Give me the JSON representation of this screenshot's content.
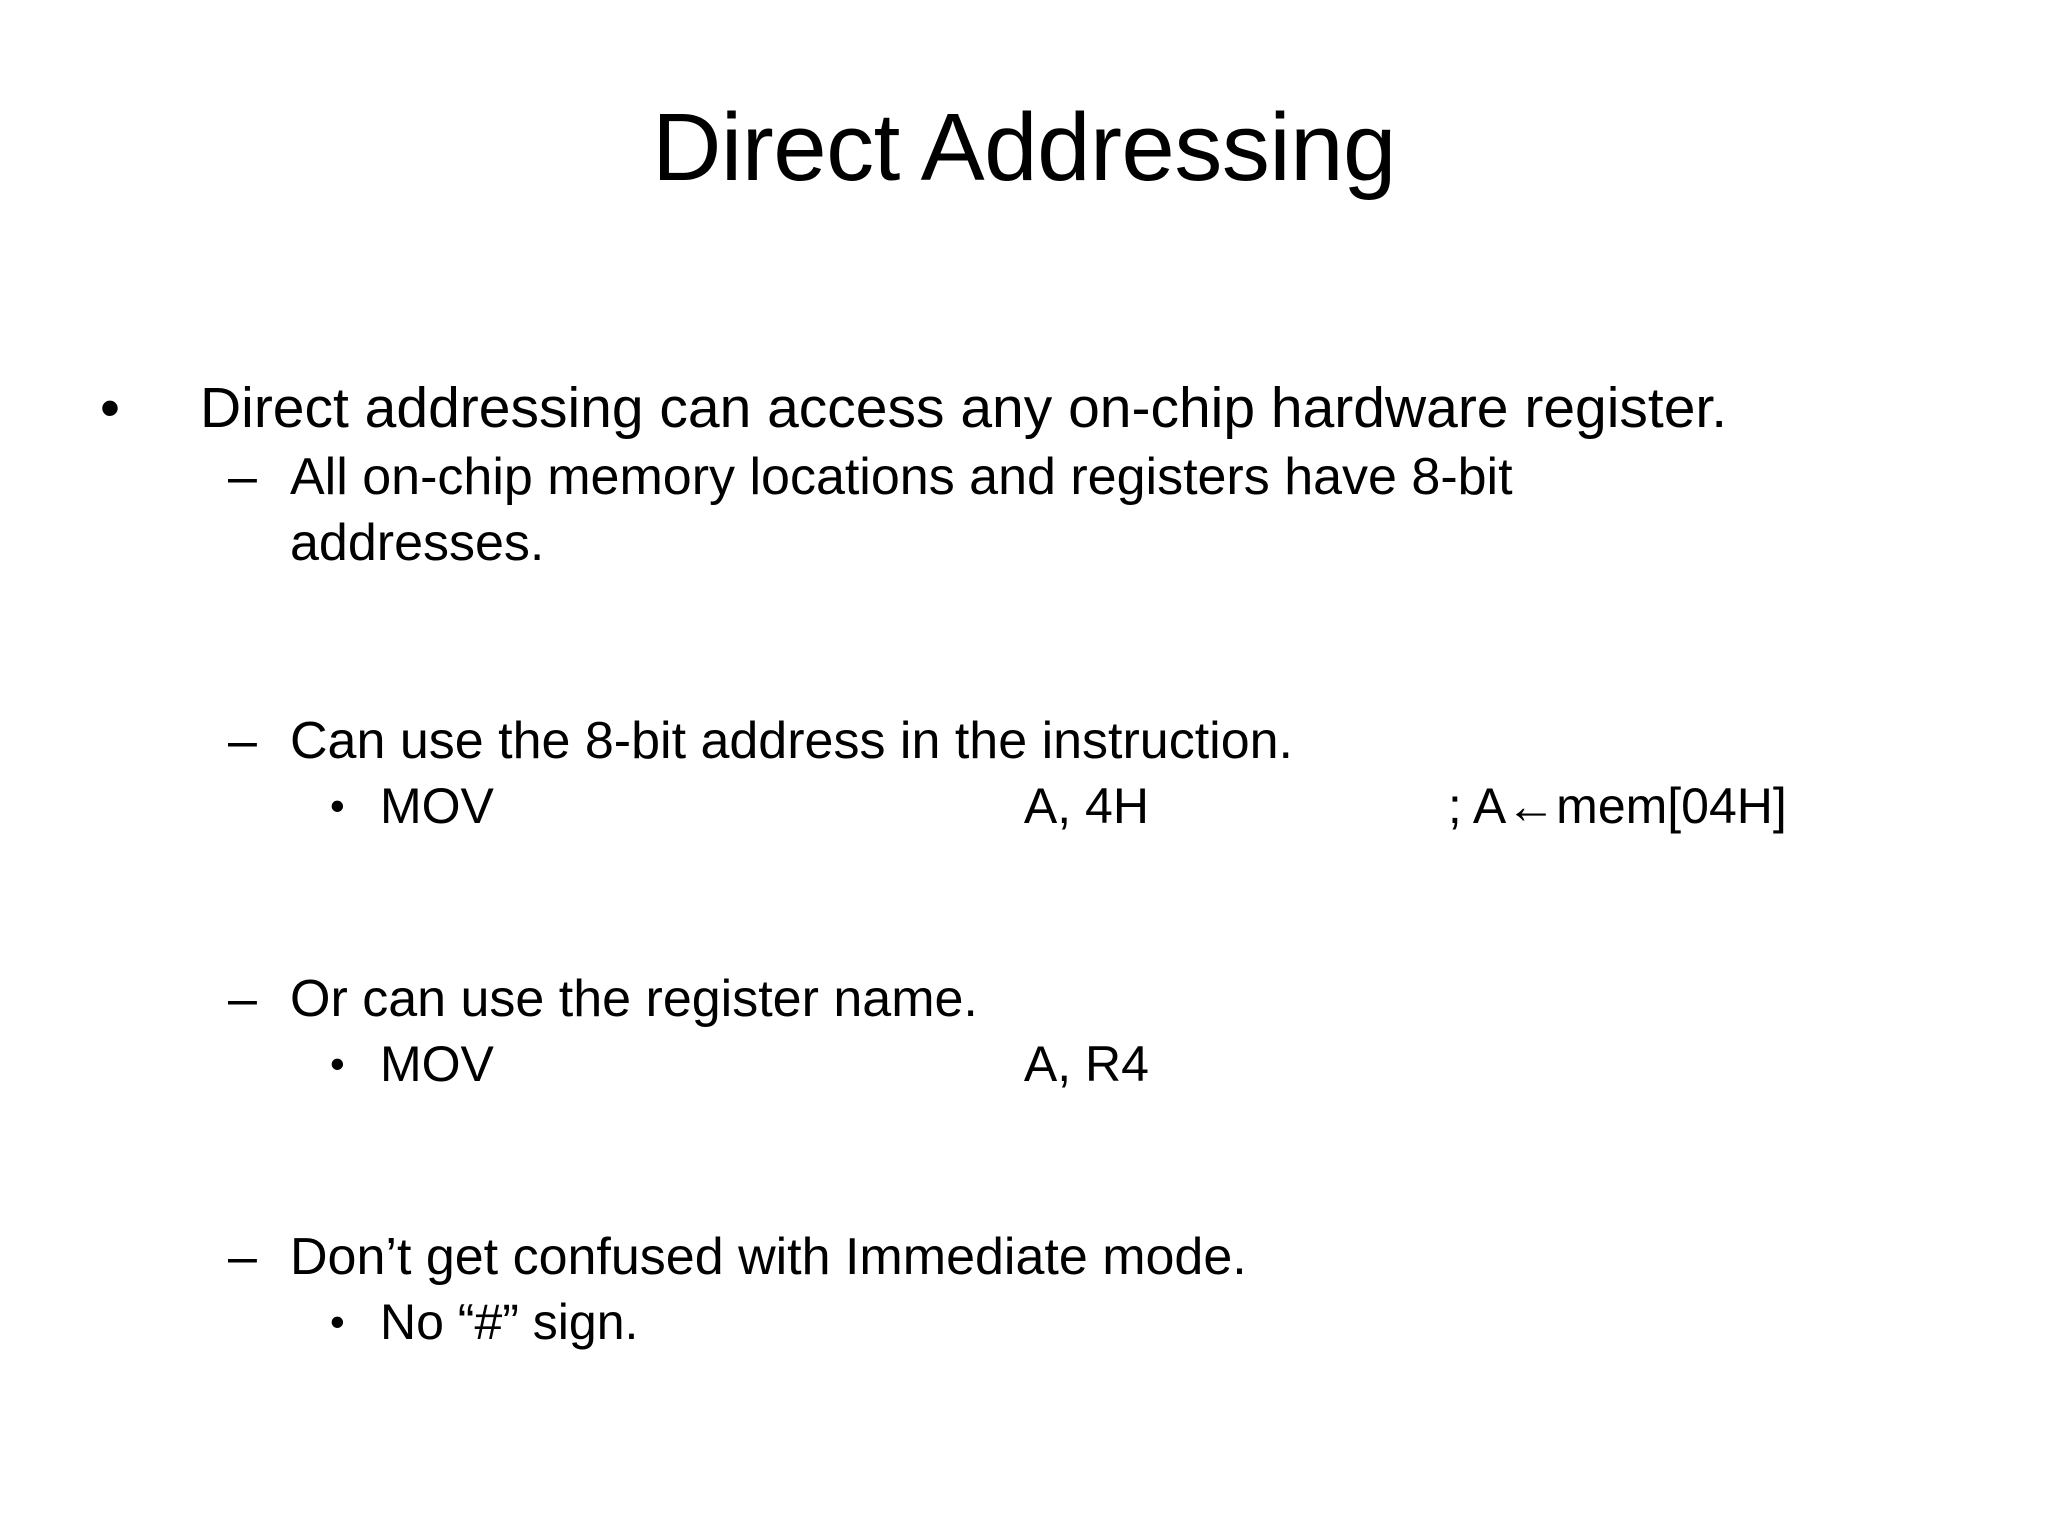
{
  "slide": {
    "title": "Direct Addressing",
    "background_color": "#ffffff",
    "text_color": "#000000",
    "markers": {
      "level1": "•",
      "level2": "–",
      "level3": "•"
    },
    "bullets": {
      "b1_text": "Direct addressing can access any on-chip hardware register.",
      "b2_text": "All on-chip memory locations and registers have 8-bit",
      "b2_wrap": "addresses.",
      "b3_text": "Can use the 8-bit address in the instruction.",
      "code1_op": "MOV",
      "code1_arg": "A, 4H",
      "code1_comment": "; A←mem[04H]",
      "b4_text": "Or can use the register name.",
      "code2_op": "MOV",
      "code2_arg": "A, R4",
      "code2_comment": "",
      "b5_text": "Don’t get confused with Immediate mode.",
      "b6_text": "No “#” sign."
    }
  }
}
